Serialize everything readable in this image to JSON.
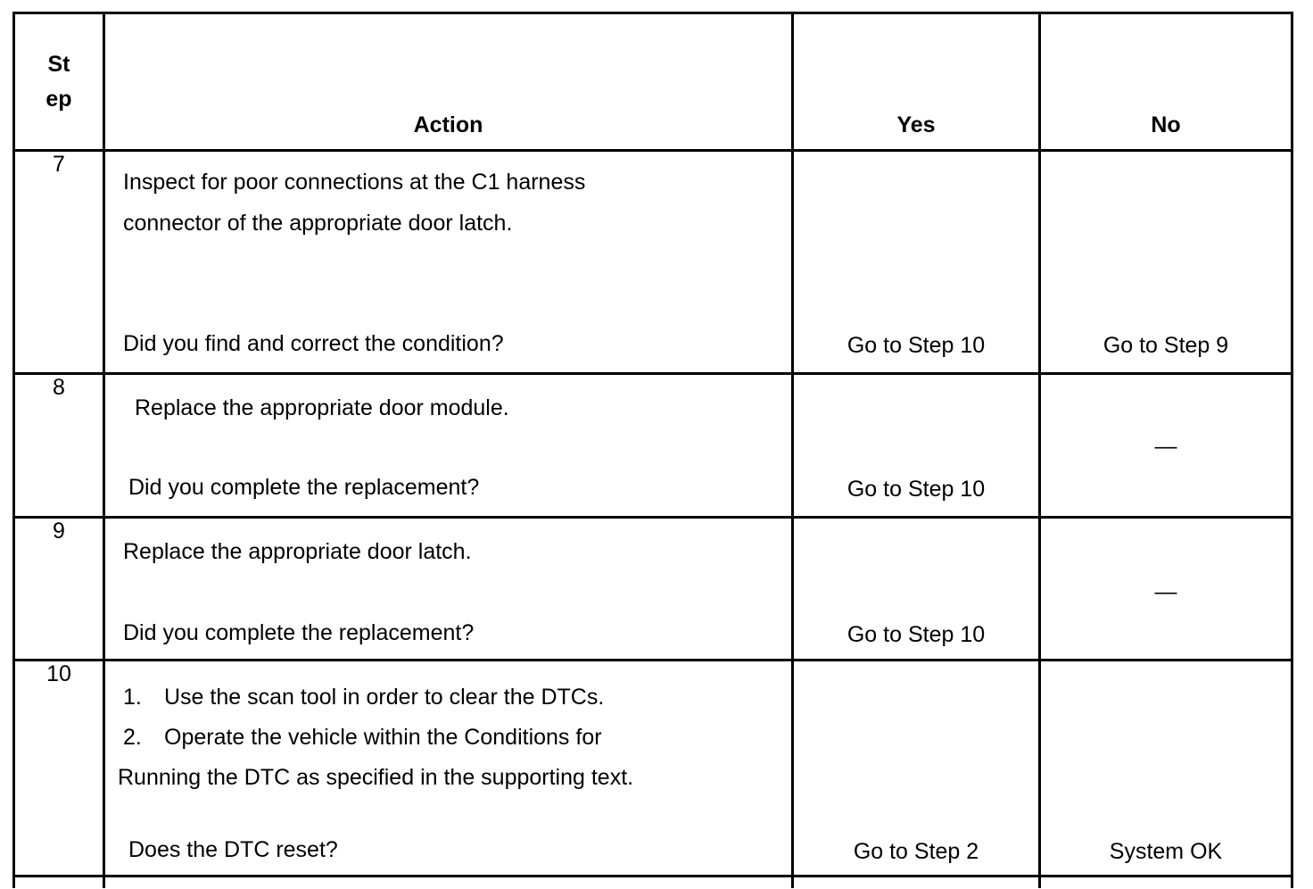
{
  "table": {
    "columns": [
      {
        "key": "step",
        "label_lines": [
          "St",
          "ep"
        ]
      },
      {
        "key": "action",
        "label": "Action"
      },
      {
        "key": "yes",
        "label": "Yes"
      },
      {
        "key": "no",
        "label": "No"
      }
    ],
    "rows": [
      {
        "step": "7",
        "action_lines": [
          "Inspect for poor connections at the C1 harness",
          "connector of the appropriate door latch.",
          "Did you find and correct the condition?"
        ],
        "yes": "Go to Step 10",
        "no": "Go to Step 9"
      },
      {
        "step": "8",
        "action_lines": [
          "Replace the appropriate door module.",
          "Did you complete the replacement?"
        ],
        "yes": "Go to Step 10",
        "no": "—"
      },
      {
        "step": "9",
        "action_lines": [
          "Replace the appropriate door latch.",
          "Did you complete the replacement?"
        ],
        "yes": "Go to Step 10",
        "no": "—"
      },
      {
        "step": "10",
        "action_lines": [
          "1.",
          "Use the scan tool in order to clear the DTCs.",
          "2.",
          "Operate the vehicle within the Conditions for",
          "Running the DTC as specified in the supporting text.",
          "Does the DTC reset?"
        ],
        "yes": "Go to Step 2",
        "no": "System OK"
      }
    ]
  },
  "colors": {
    "border": "#000000",
    "text": "#000000",
    "background": "#ffffff"
  }
}
